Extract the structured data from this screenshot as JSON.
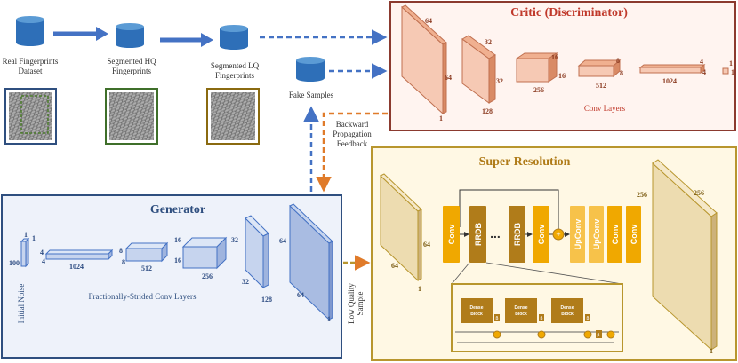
{
  "datasets": {
    "real": "Real Fingerprints Dataset",
    "real_l1": "Real Fingerprints",
    "real_l2": "Dataset",
    "hq_l1": "Segmented HQ",
    "hq_l2": "Fingerprints",
    "lq_l1": "Segmented LQ",
    "lq_l2": "Fingerprints",
    "fake": "Fake Samples"
  },
  "critic": {
    "title": "Critic (Discriminator)",
    "caption": "Conv Layers",
    "dims": [
      "64",
      "64",
      "1",
      "32",
      "32",
      "128",
      "16",
      "16",
      "256",
      "8",
      "8",
      "512",
      "4",
      "4",
      "1024",
      "1",
      "1"
    ]
  },
  "feedback": {
    "l1": "Backward",
    "l2": "Propagation",
    "l3": "Feedback"
  },
  "generator": {
    "title": "Generator",
    "caption": "Fractionally-Strided Conv Layers",
    "noise": "Initial Noise",
    "dims": [
      "1",
      "1",
      "100",
      "4",
      "4",
      "1024",
      "8",
      "8",
      "512",
      "16",
      "16",
      "256",
      "32",
      "32",
      "128",
      "64",
      "64",
      "1"
    ]
  },
  "lq_sample": {
    "l1": "Low Quality",
    "l2": "Sample"
  },
  "sr": {
    "title": "Super Resolution",
    "blocks": [
      "Conv",
      "RRDB",
      "RRDB",
      "Conv",
      "UpConv",
      "UpConv",
      "Conv",
      "Conv"
    ],
    "ellipsis": "...",
    "dense": "Dense Block",
    "dense_l1": "Dense",
    "dense_l2": "Block",
    "beta": "β",
    "plus": "+",
    "in_dims": [
      "64",
      "64",
      "1"
    ],
    "out_dims": [
      "256",
      "256",
      "1"
    ]
  },
  "colors": {
    "critic_border": "#8B3A2F",
    "critic_fill": "#FFF4F0",
    "gen_border": "#2F4F7F",
    "gen_fill": "#EEF2FA",
    "sr_border": "#B8962E",
    "sr_fill": "#FFF8E4",
    "block_orange": "#F0A800",
    "block_brown": "#B07C1A",
    "arrow_blue": "#4472C4",
    "arrow_orange": "#E07B2A"
  }
}
